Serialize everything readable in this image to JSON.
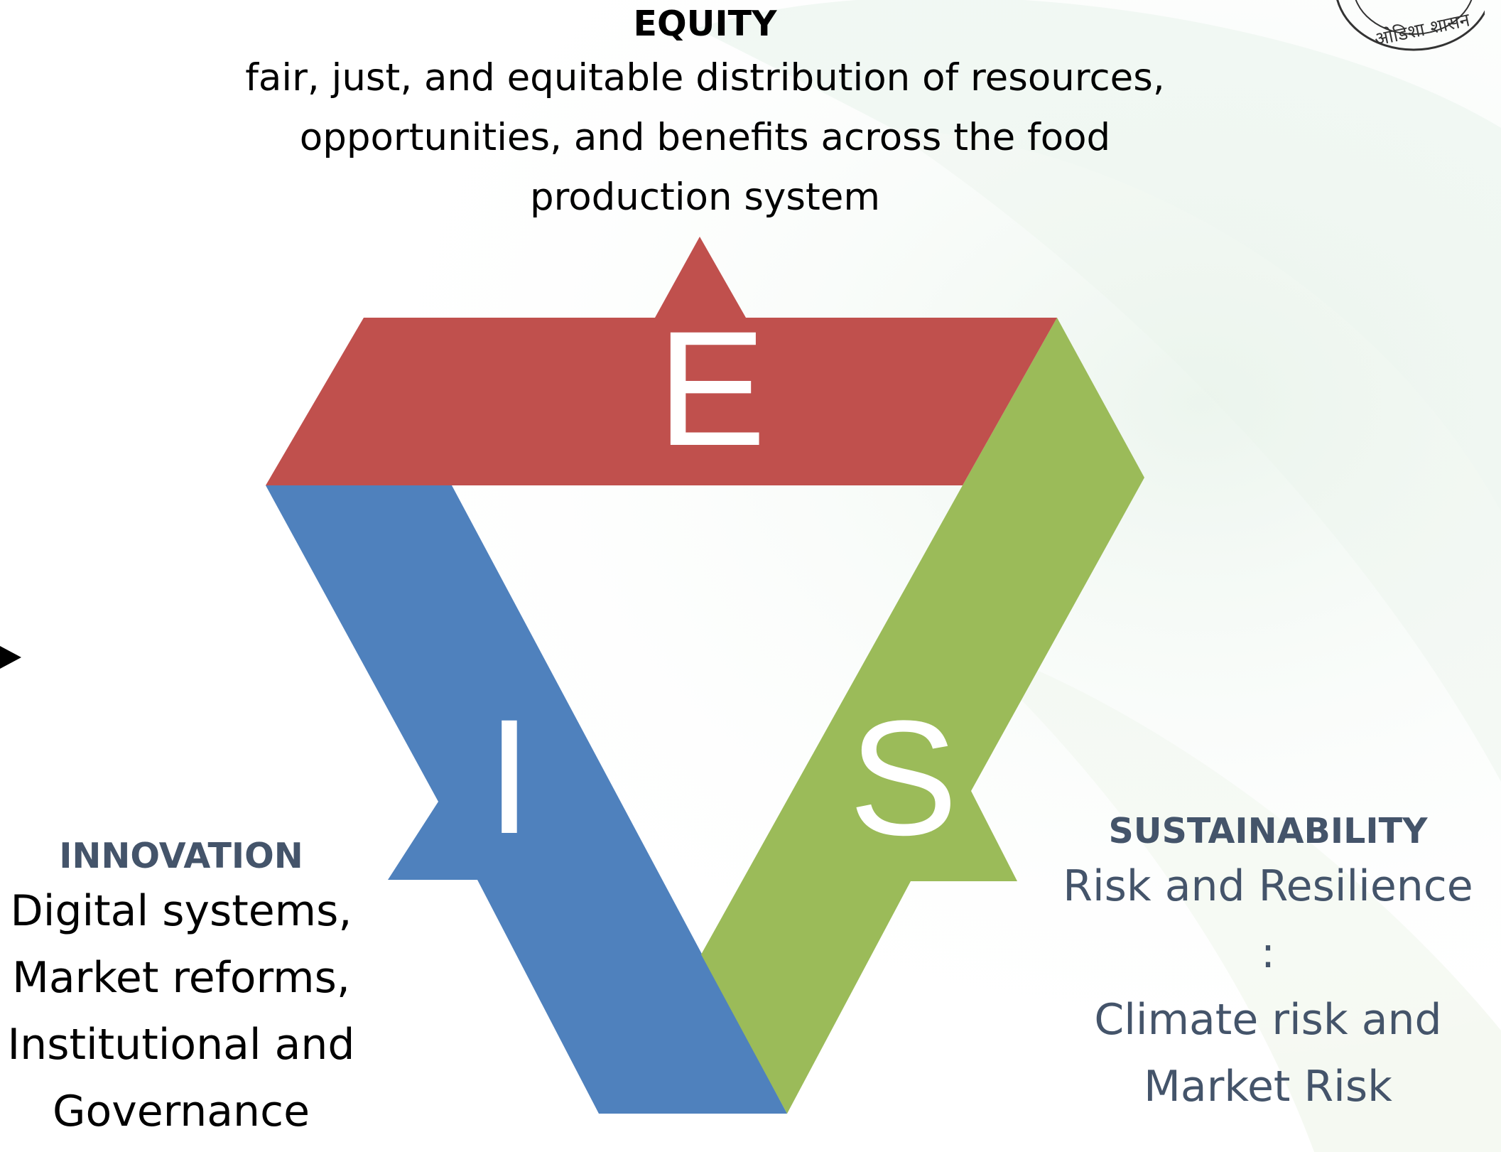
{
  "equity": {
    "title": "EQUITY",
    "lines": [
      "fair, just, and equitable distribution of resources,",
      "opportunities, and benefits across the food",
      "production system"
    ]
  },
  "innovation": {
    "title": "INNOVATION",
    "lines": [
      "Digital systems,",
      "Market reforms,",
      "Institutional and",
      "Governance"
    ]
  },
  "sustainability": {
    "title": "SUSTAINABILITY",
    "lines": [
      "Risk and Resilience :",
      "Climate risk and",
      "Market Risk"
    ]
  },
  "letters": {
    "e": "E",
    "i": "I",
    "s": "S"
  },
  "seal_text": "ओडिशा शासन",
  "colors": {
    "equity_red": "#c0504d",
    "innovation_blue": "#4f81bd",
    "sustainability_green": "#9bbb59",
    "heading_slate": "#44546a"
  }
}
